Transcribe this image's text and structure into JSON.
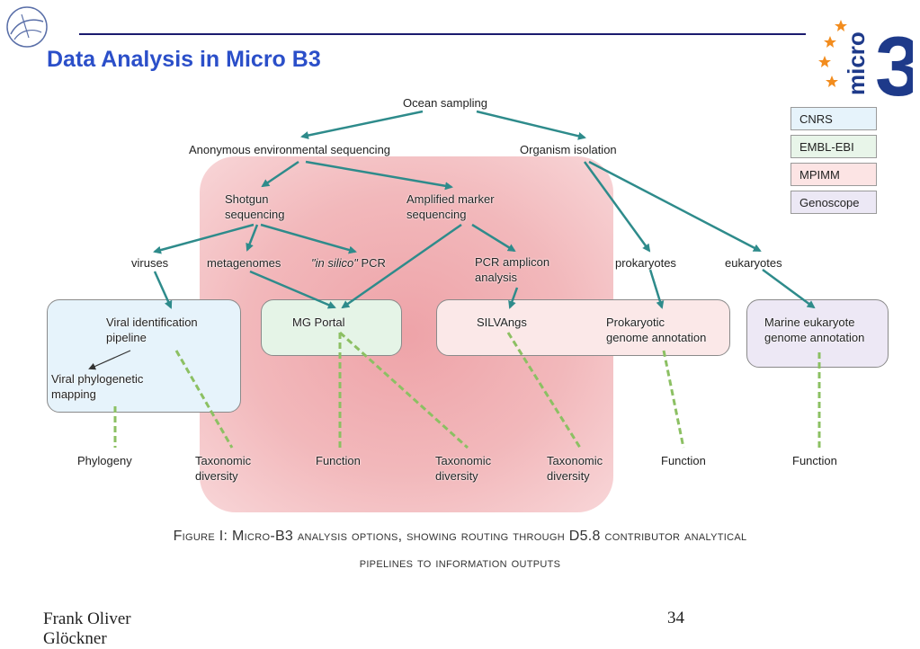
{
  "slide": {
    "title": "Data Analysis in Micro B3",
    "page_number": "34",
    "author_line1": "Frank Oliver",
    "author_line2": "Glöckner"
  },
  "logo": {
    "text": "micro",
    "numeral": "3"
  },
  "legend": [
    {
      "label": "CNRS",
      "color": "#e6f3fb"
    },
    {
      "label": "EMBL-EBI",
      "color": "#e8f5e9"
    },
    {
      "label": "MPIMM",
      "color": "#fce4e4"
    },
    {
      "label": "Genoscope",
      "color": "#ece8f5"
    }
  ],
  "diagram": {
    "ocean_sampling": "Ocean sampling",
    "anon_seq": "Anonymous environmental sequencing",
    "organism_isolation": "Organism isolation",
    "shotgun_1": "Shotgun",
    "shotgun_2": "sequencing",
    "amplified_1": "Amplified marker",
    "amplified_2": "sequencing",
    "viruses": "viruses",
    "metagenomes": "metagenomes",
    "in_silico": "\"in silico\"",
    "pcr": " PCR",
    "pcr_amplicon_1": "PCR amplicon",
    "pcr_amplicon_2": "analysis",
    "prokaryotes": "prokaryotes",
    "eukaryotes": "eukaryotes",
    "viral_id_1": "Viral identification",
    "viral_id_2": "pipeline",
    "viral_phylo_1": "Viral phylogenetic",
    "viral_phylo_2": "mapping",
    "mg_portal": "MG Portal",
    "silvangs": "SILVAngs",
    "prok_annot_1": "Prokaryotic",
    "prok_annot_2": "genome annotation",
    "euk_annot_1": "Marine eukaryote",
    "euk_annot_2": "genome annotation",
    "out_phylogeny": "Phylogeny",
    "out_taxdiv1_1": "Taxonomic",
    "out_taxdiv1_2": "diversity",
    "out_function1": "Function",
    "out_taxdiv2_1": "Taxonomic",
    "out_taxdiv2_2": "diversity",
    "out_taxdiv3_1": "Taxonomic",
    "out_taxdiv3_2": "diversity",
    "out_function2": "Function",
    "out_function3": "Function"
  },
  "caption": {
    "line1": "Figure I: Micro-B3 analysis options, showing routing through D5.8 contributor analytical",
    "line2": "pipelines to information outputs"
  },
  "colors": {
    "title": "#2b4fc9",
    "arrow": "#2e8b8b",
    "dashed": "#8cc063",
    "mpimm_region": "#eea3a8",
    "logo_blue": "#1e3a8a",
    "logo_star": "#f28c1e"
  }
}
